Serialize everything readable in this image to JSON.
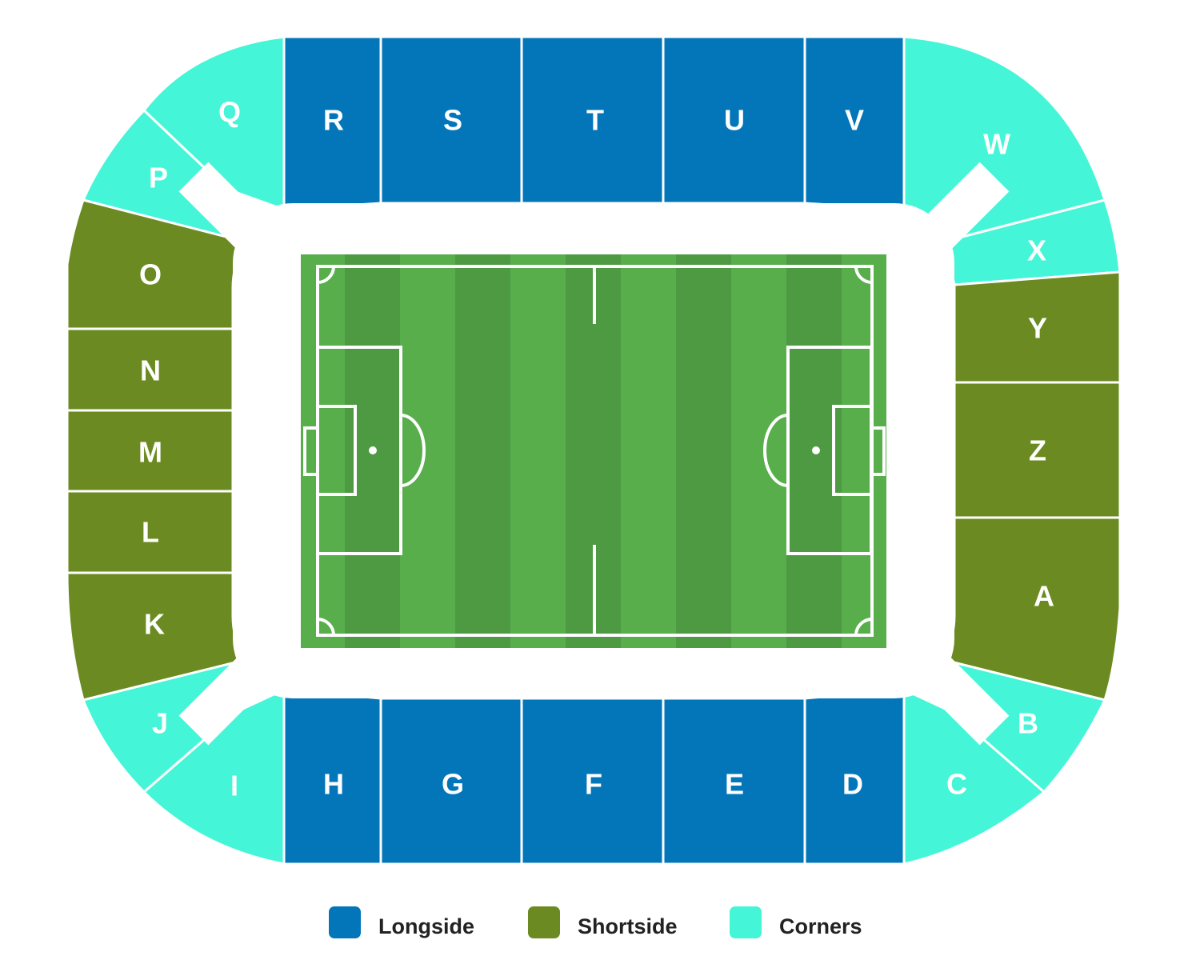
{
  "colors": {
    "longside": "#0376BA",
    "shortside": "#6B8B22",
    "corners": "#45F5D8",
    "pitch_light": "#57AE4B",
    "pitch_dark": "#4E9A43",
    "lines": "#FFFFFF"
  },
  "legend": [
    {
      "key": "longside",
      "label": "Longside"
    },
    {
      "key": "shortside",
      "label": "Shortside"
    },
    {
      "key": "corners",
      "label": "Corners"
    }
  ],
  "sections": [
    {
      "id": "A",
      "category": "shortside"
    },
    {
      "id": "B",
      "category": "corners"
    },
    {
      "id": "C",
      "category": "corners"
    },
    {
      "id": "D",
      "category": "longside"
    },
    {
      "id": "E",
      "category": "longside"
    },
    {
      "id": "F",
      "category": "longside"
    },
    {
      "id": "G",
      "category": "longside"
    },
    {
      "id": "H",
      "category": "longside"
    },
    {
      "id": "I",
      "category": "corners"
    },
    {
      "id": "J",
      "category": "corners"
    },
    {
      "id": "K",
      "category": "shortside"
    },
    {
      "id": "L",
      "category": "shortside"
    },
    {
      "id": "M",
      "category": "shortside"
    },
    {
      "id": "N",
      "category": "shortside"
    },
    {
      "id": "O",
      "category": "shortside"
    },
    {
      "id": "P",
      "category": "corners"
    },
    {
      "id": "Q",
      "category": "corners"
    },
    {
      "id": "R",
      "category": "longside"
    },
    {
      "id": "S",
      "category": "longside"
    },
    {
      "id": "T",
      "category": "longside"
    },
    {
      "id": "U",
      "category": "longside"
    },
    {
      "id": "V",
      "category": "longside"
    },
    {
      "id": "W",
      "category": "corners"
    },
    {
      "id": "X",
      "category": "corners"
    },
    {
      "id": "Y",
      "category": "shortside"
    },
    {
      "id": "Z",
      "category": "shortside"
    }
  ]
}
